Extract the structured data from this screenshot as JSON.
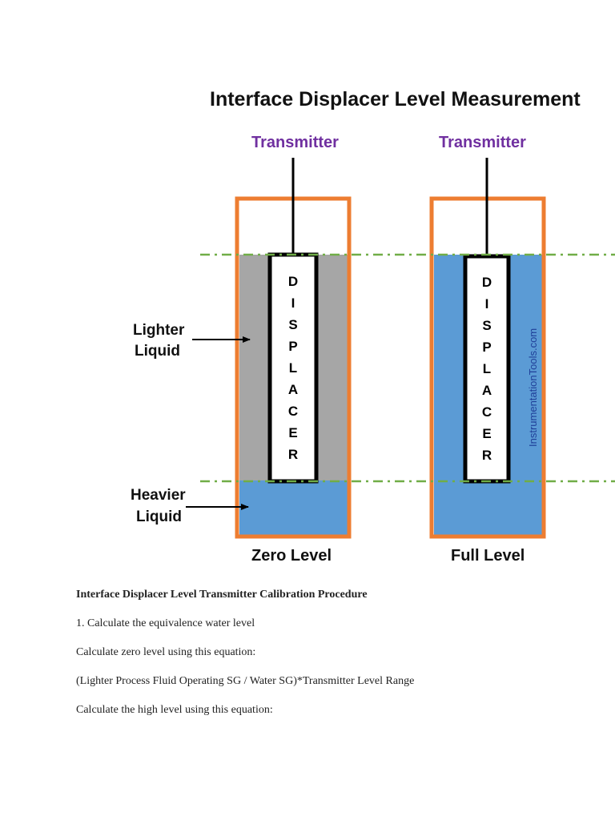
{
  "diagram": {
    "title": "Interface Displacer Level Measurement",
    "transmitter_left": "Transmitter",
    "transmitter_right": "Transmitter",
    "displacer_letters": [
      "D",
      "I",
      "S",
      "P",
      "L",
      "A",
      "C",
      "E",
      "R"
    ],
    "lighter_label": [
      "Lighter",
      "Liquid"
    ],
    "heavier_label": [
      "Heavier",
      "Liquid"
    ],
    "zero_level": "Zero Level",
    "full_level": "Full Level",
    "watermark": "InstrumentationTools.com",
    "colors": {
      "vessel": "#ed7d31",
      "lighter_liquid": "#a6a6a6",
      "heavier_liquid": "#5b9bd5",
      "level_line": "#70ad47",
      "transmitter": "#7030a0"
    }
  },
  "text": {
    "heading": "Interface Displacer Level Transmitter Calibration Procedure",
    "step1": "1. Calculate the equivalence water level",
    "zero_intro": "Calculate zero level using this equation:",
    "zero_equation": "(Lighter Process Fluid Operating SG / Water SG)*Transmitter Level Range",
    "high_intro": "Calculate the high level using this equation:"
  }
}
